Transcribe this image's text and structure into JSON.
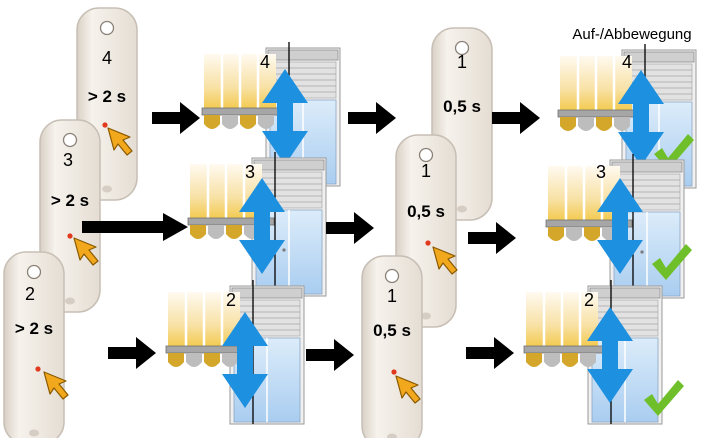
{
  "caption": "Auf-/Abbewegung",
  "rows": [
    {
      "channel": "4",
      "press_long": "> 2 s",
      "channel_confirm": "1",
      "press_short": "0,5 s",
      "scene_channel": "4"
    },
    {
      "channel": "3",
      "press_long": "> 2 s",
      "channel_confirm": "1",
      "press_short": "0,5 s",
      "scene_channel": "3"
    },
    {
      "channel": "2",
      "press_long": "> 2 s",
      "channel_confirm": "1",
      "press_short": "0,5 s",
      "scene_channel": "2"
    }
  ],
  "colors": {
    "remote_body": "#efe9e1",
    "remote_outline": "#c7bfb5",
    "arrow_blue": "#1e90e0",
    "arrow_black": "#000000",
    "checkmark": "#6fbf2a",
    "awning_yellow": "#f3c94a",
    "cursor_orange": "#f2a81d"
  },
  "icons": [
    "remote-control-icon",
    "cursor-icon",
    "awning-window-icon",
    "up-down-arrow-icon",
    "right-arrow-icon",
    "checkmark-icon"
  ]
}
